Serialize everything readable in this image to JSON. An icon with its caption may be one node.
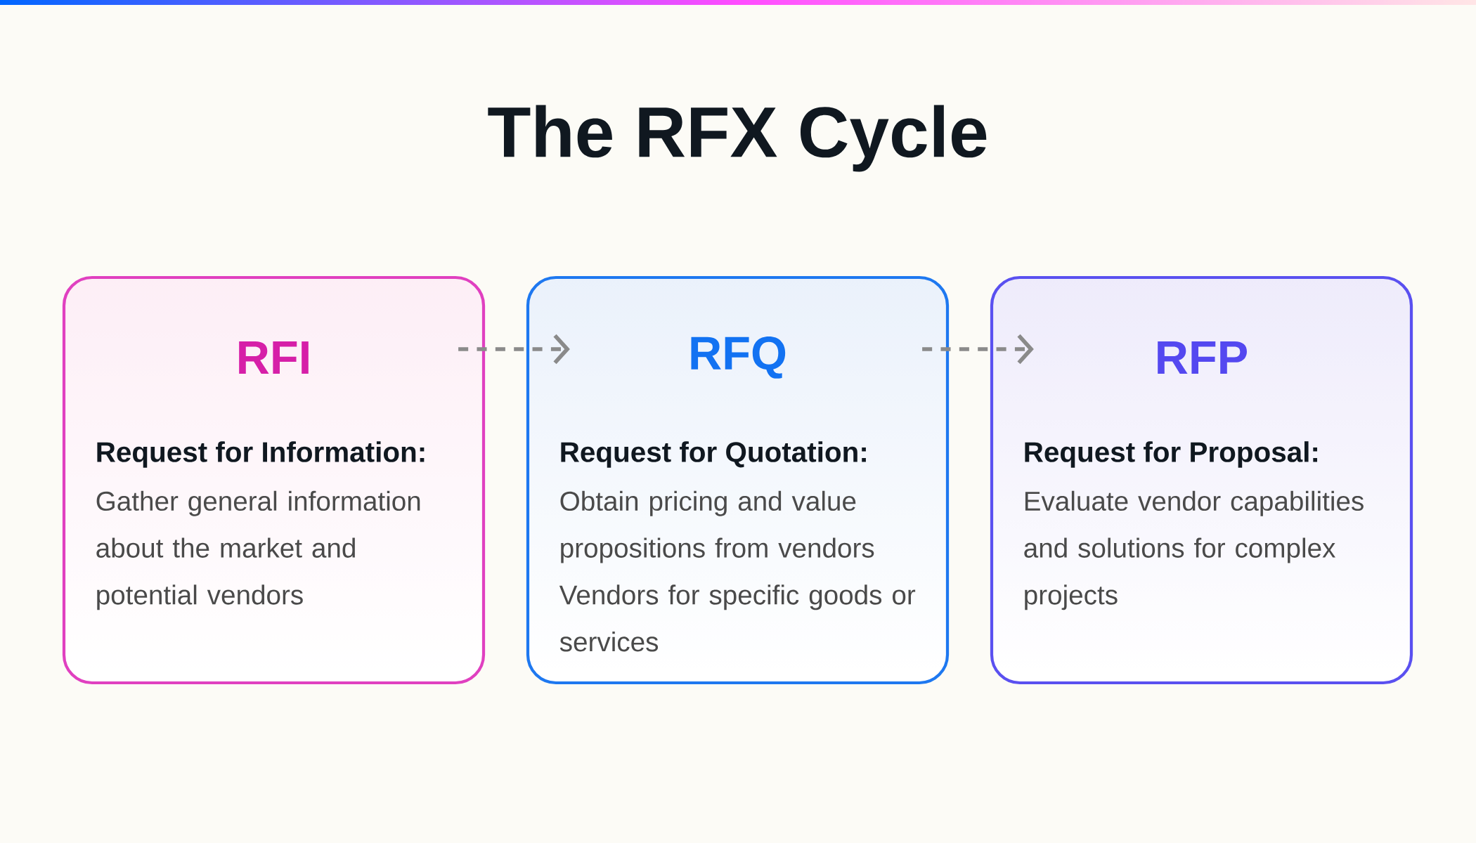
{
  "diagram": {
    "title": "The RFX Cycle",
    "nodes": [
      {
        "text": [
          "RFI",
          "Request for Information:",
          "Gather general information about the market and potential vendors"
        ]
      },
      {
        "text": [
          "RFQ",
          "Request for Quotation:",
          "Obtain pricing and value propositions from vendors Vendors for specific goods or services"
        ]
      },
      {
        "text": [
          "RFP",
          "Request for Proposal:",
          "Evaluate vendor capabilities and solutions for complex projects"
        ]
      }
    ],
    "edges": [
      {
        "from": 0,
        "to": 1,
        "arrow": "to",
        "style": "dashed"
      },
      {
        "from": 1,
        "to": 2,
        "arrow": "to",
        "style": "dashed"
      }
    ]
  }
}
